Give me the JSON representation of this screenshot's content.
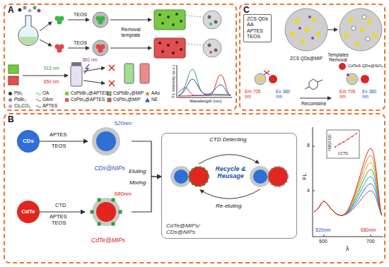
{
  "diagram": {
    "nodes": [
      {
        "text": [
          "A"
        ]
      },
      {
        "text": [
          "C"
        ]
      },
      {
        "text": [
          "B"
        ]
      },
      {
        "text": [
          "ZCS QDs",
          "AA",
          "APTES",
          "TEOS"
        ],
        "in": 1
      },
      {
        "text": [
          "ZCS QDs@MIP"
        ],
        "in": 1
      },
      {
        "text": [
          "CDs"
        ],
        "in": 2
      },
      {
        "text": [
          "520nm",
          "CDs@NIPs"
        ],
        "in": 2
      },
      {
        "text": [
          "CdTe"
        ],
        "in": 2
      },
      {
        "text": [
          "680nm",
          "CdTe@MIPs"
        ],
        "in": 2
      },
      {
        "text": [
          "Recycle & Reusage",
          "CdTe@MIPs/ CDs@NIPs"
        ],
        "in": 2
      }
    ],
    "edges": [
      {
        "from": 5,
        "to": 6,
        "arrow": "to"
      },
      {
        "from": 7,
        "to": 8,
        "arrow": "to"
      },
      {
        "from": 6,
        "to": 9,
        "arrow": "to"
      },
      {
        "from": 8,
        "to": 9,
        "arrow": "to"
      }
    ],
    "labels": [
      "TEOS",
      "TEOS",
      "Removal template",
      "360 nm",
      "515 nm",
      "650 nm",
      "FL Intensity (a.u.)",
      "Wavelength (nm)",
      "Templates Removal",
      "CdTeS QDs@SiO₂",
      "Em 705 nm",
      "Ex 380 nm",
      "Recombine",
      "Em 705 nm",
      "Ex 380 nm",
      "APTES",
      "TEOS",
      "CTD",
      "APTES",
      "TEOS",
      "Eluting",
      "Mixing",
      "CTD Detecting",
      "Re-eluting",
      "FL",
      "8",
      "4",
      "500",
      "700",
      "λ",
      "520nm",
      "680nm",
      "F680/F520",
      "CCTD"
    ],
    "legend": [
      {
        "text": "PbI₂"
      },
      {
        "text": "PbBr₂"
      },
      {
        "text": "Cs₂CO₃"
      },
      {
        "text": "OA"
      },
      {
        "text": "OAm"
      },
      {
        "text": "APTES"
      },
      {
        "text": "CsPbBr₃@APTES"
      },
      {
        "text": "CsPbI₃@APTES"
      },
      {
        "text": "CsPbBr₃@MIP"
      },
      {
        "text": "CsPbI₃@MIP"
      },
      {
        "text": "AAs"
      },
      {
        "text": "NE"
      }
    ]
  }
}
